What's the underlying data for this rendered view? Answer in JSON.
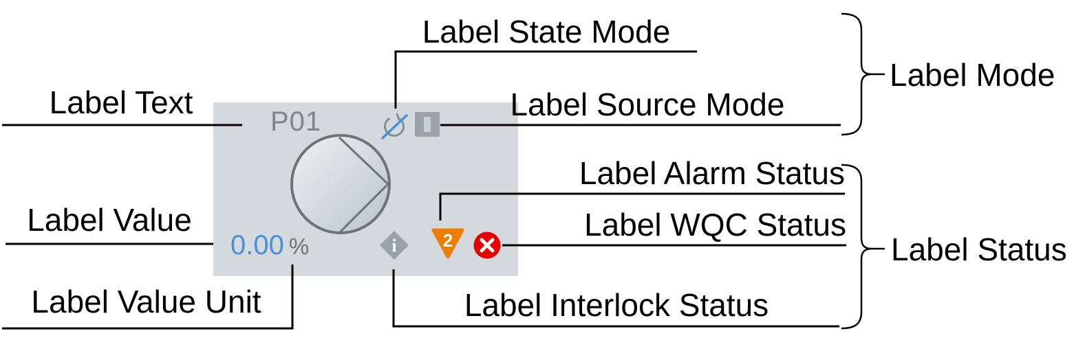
{
  "widget": {
    "tag": "P01",
    "value": "0.00",
    "unit": "%",
    "alarm_count": "2",
    "interlock_glyph": "i",
    "icons": [
      {
        "name": "pump-symbol-icon",
        "shape": "circle-with-inscribed-right-triangle"
      },
      {
        "name": "state-mode-icon",
        "shape": "power-symbol-with-blue-slash"
      },
      {
        "name": "source-mode-icon",
        "shape": "gray-square-with-vertical-bar"
      },
      {
        "name": "interlock-status-icon",
        "shape": "gray-diamond-with-i"
      },
      {
        "name": "alarm-status-icon",
        "shape": "orange-inverted-triangle-with-2"
      },
      {
        "name": "wqc-status-icon",
        "shape": "red-circle-with-x"
      }
    ],
    "colors": {
      "panel_bg": "#d3d9dd",
      "pump_stroke": "#6d7377",
      "tag_text": "#7e848b",
      "value_text": "#4a90d8",
      "unit_text": "#70746b",
      "state_gray": "#868d93",
      "state_blue": "#4a90d9",
      "source_gray": "#9aa3ab",
      "interlock_gray": "#98a2a9",
      "alarm_orange": "#ef7d00",
      "wqc_red": "#e60000"
    }
  },
  "annotations": {
    "label_text": "Label Text",
    "label_state_mode": "Label State Mode",
    "label_source_mode": "Label Source Mode",
    "label_mode": "Label Mode",
    "label_value": "Label Value",
    "label_value_unit": "Label Value Unit",
    "label_alarm_status": "Label Alarm Status",
    "label_wqc_status": "Label WQC Status",
    "label_interlock_status": "Label Interlock Status",
    "label_status": "Label Status"
  }
}
